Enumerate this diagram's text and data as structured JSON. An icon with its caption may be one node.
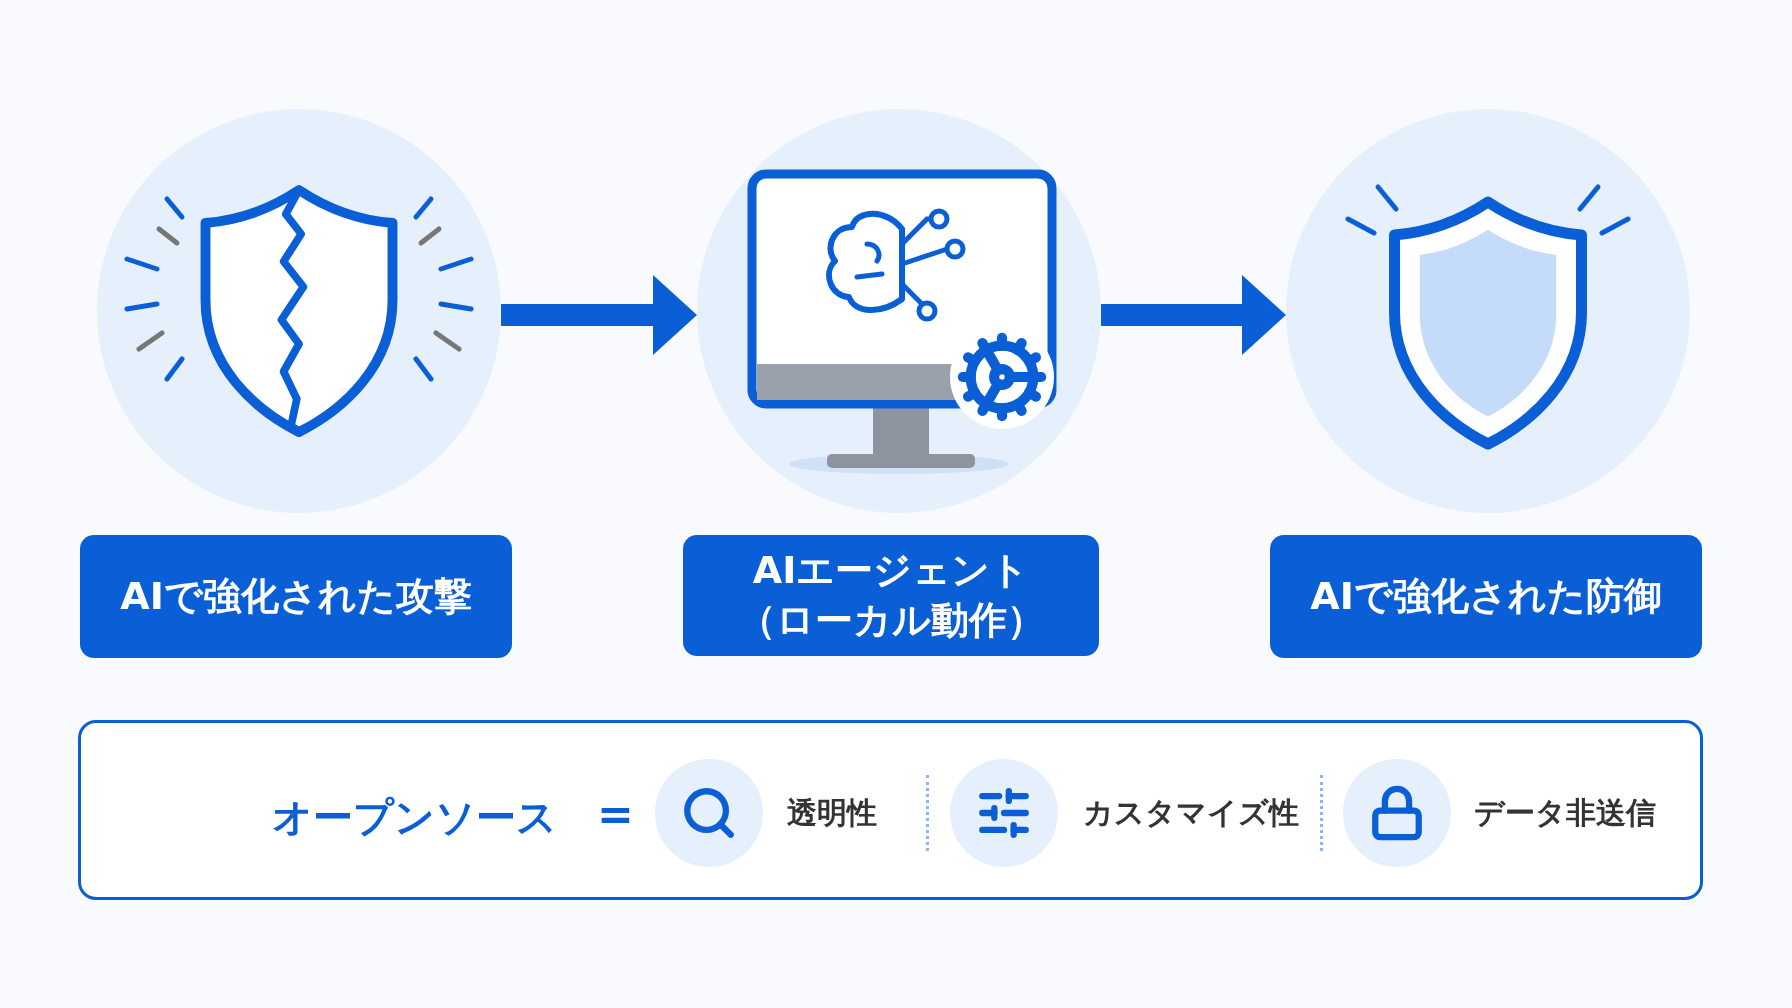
{
  "diagram": {
    "nodes": [
      {
        "text": [],
        "shape": "circle"
      },
      {
        "text": [],
        "shape": "circle"
      },
      {
        "text": [],
        "shape": "circle"
      },
      {
        "text": [
          "AIで強化された攻撃"
        ]
      },
      {
        "text": [
          "AIエージェント（ローカル動作）"
        ]
      },
      {
        "text": [
          "AIで強化された防御"
        ]
      },
      {
        "text": [
          "オープンソース",
          "="
        ]
      },
      {
        "text": [
          "透明性"
        ],
        "in": 6
      },
      {
        "text": [
          "カスタマイズ性"
        ],
        "in": 6
      },
      {
        "text": [
          "データ非送信"
        ],
        "in": 6
      }
    ],
    "edges": [
      {
        "from": 0,
        "to": 1,
        "arrow": "to"
      },
      {
        "from": 1,
        "to": 2,
        "arrow": "to"
      }
    ]
  }
}
